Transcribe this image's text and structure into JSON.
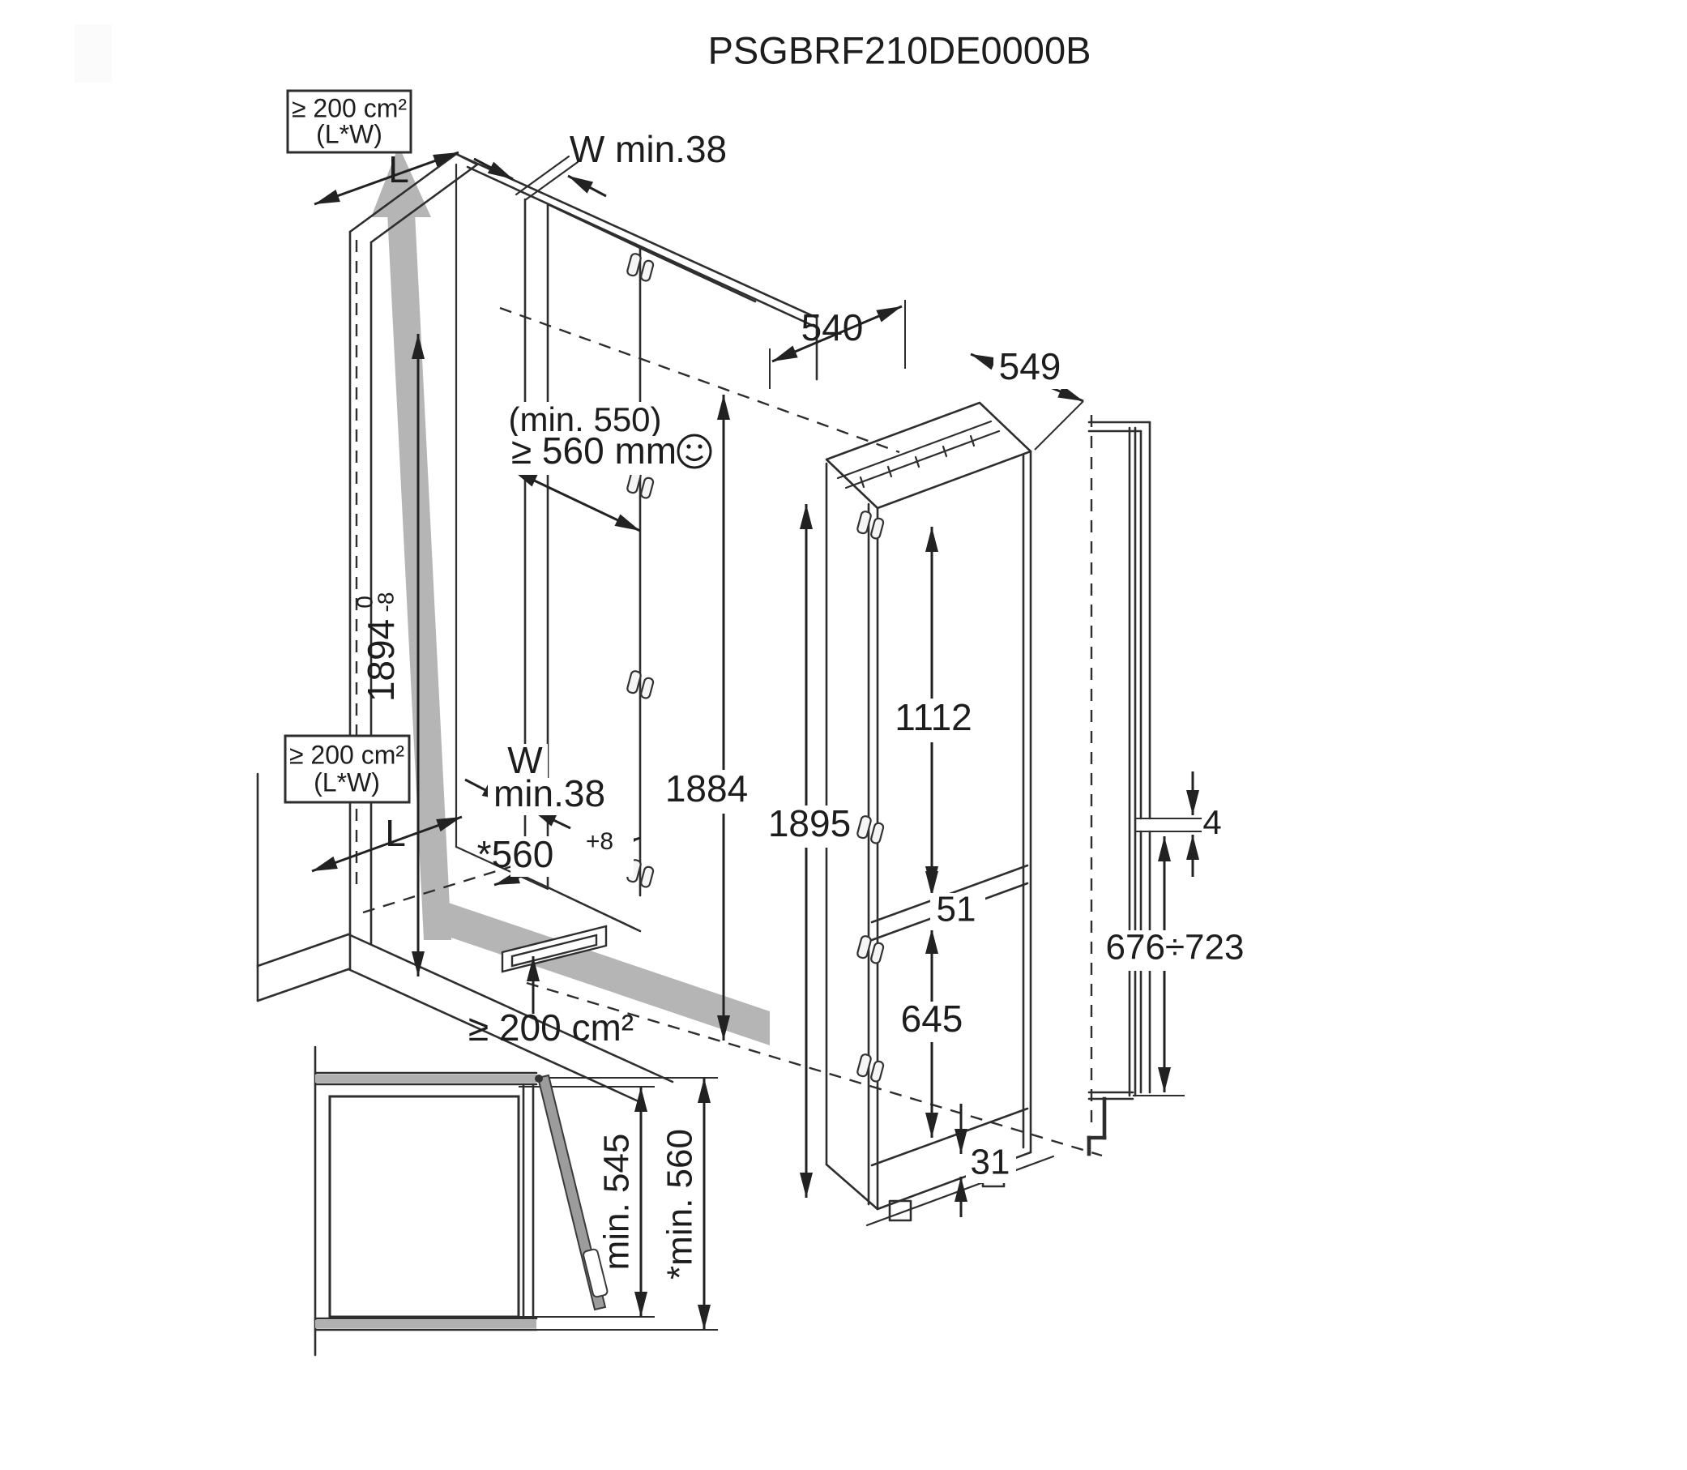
{
  "title": "PSGBRF210DE0000B",
  "colors": {
    "line": "#2e2e2e",
    "text": "#1d1d1d",
    "airflow_arrow": "#b5b5b5",
    "plan_door_fill": "#9c9c9c",
    "plan_counter_band": "#b0b0b0"
  },
  "niche": {
    "vent_top": {
      "line1": "≥ 200 cm²",
      "line2": "(L*W)"
    },
    "vent_mid": {
      "line1": "≥ 200 cm²",
      "line2": "(L*W)"
    },
    "vent_bottom": "≥ 200 cm²",
    "length_top": "L",
    "length_mid": "L",
    "panel_width_top": "W min.38",
    "panel_width_mid": {
      "line1": "W",
      "line2": "min.38"
    },
    "depth_note": "(min. 550)",
    "depth_min": "≥ 560 mm",
    "width": {
      "value": "*560",
      "tolerance": "+8"
    },
    "height": {
      "value": "1894",
      "tol_upper": "0",
      "tol_lower": "-8"
    },
    "front_height": "1884"
  },
  "appliance": {
    "depth": "540",
    "depth_with_door": "549",
    "height": "1895",
    "upper_door_height": "1112",
    "rail_gap": "51",
    "lower_door_height": "645",
    "plinth_height": "31"
  },
  "side_view": {
    "door_gap": "4",
    "lower_door_range": "676÷723"
  },
  "plan_view": {
    "inner_depth": "min. 545",
    "outer_depth": "*min. 560"
  }
}
